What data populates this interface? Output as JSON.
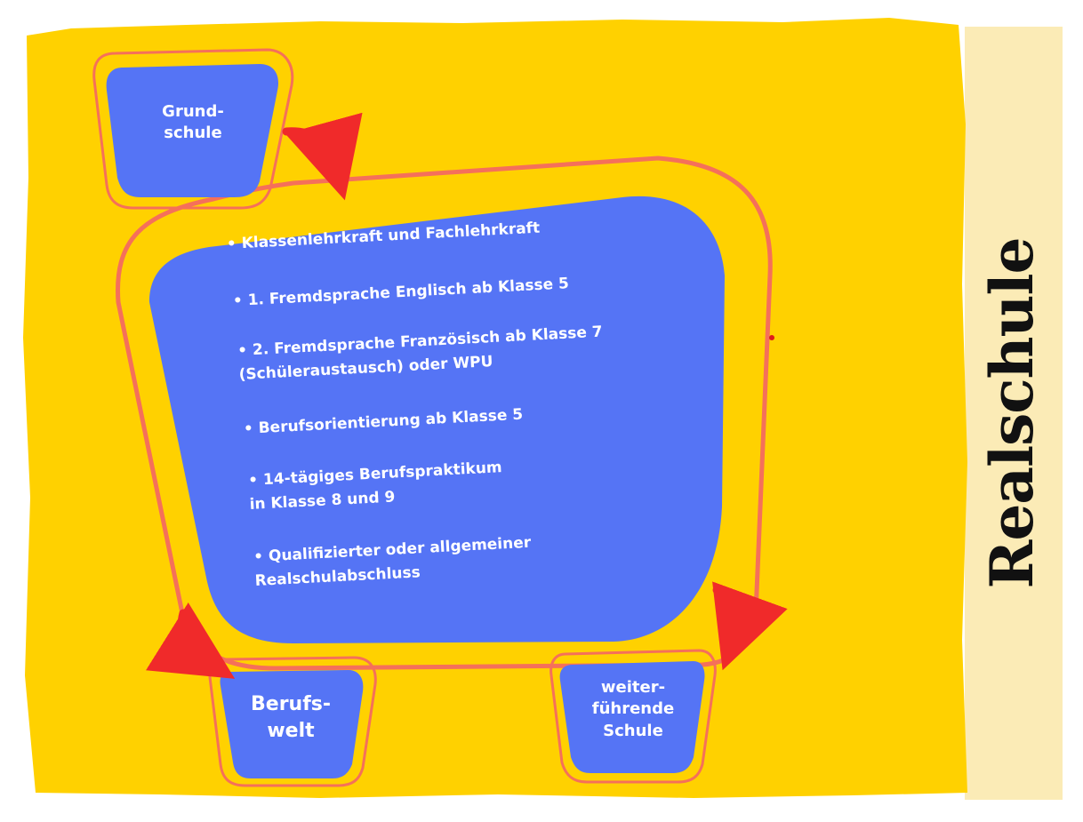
{
  "title": "Realschule",
  "colors": {
    "background_panel": "#FFD100",
    "side_panel": "#FBEBB6",
    "node_fill": "#5574F5",
    "outline": "#F5705A",
    "arrow": "#F02A2A",
    "text_light": "#FFFFFF",
    "text_dark": "#111111"
  },
  "nodes": {
    "grundschule": "Grund-\nschule",
    "berufswelt": "Berufs-\nwelt",
    "weiterfuehrende_schule": "weiter-\nführende\nSchule"
  },
  "main_box": {
    "items": [
      "• Klassenlehrkraft und Fachlehrkraft",
      "• 1. Fremdsprache Englisch ab Klasse 5",
      "• 2. Fremdsprache Französisch ab Klasse 7\n   (Schüleraustausch) oder WPU",
      "• Berufsorientierung ab Klasse 5",
      "• 14-tägiges Berufspraktikum\n   in Klasse 8 und 9",
      "• Qualifizierter oder allgemeiner\n   Realschulabschluss"
    ]
  },
  "flow": [
    {
      "from": "Grundschule",
      "to": "Realschule"
    },
    {
      "from": "Realschule",
      "to": "Berufswelt"
    },
    {
      "from": "Realschule",
      "to": "weiterführende Schule"
    }
  ]
}
